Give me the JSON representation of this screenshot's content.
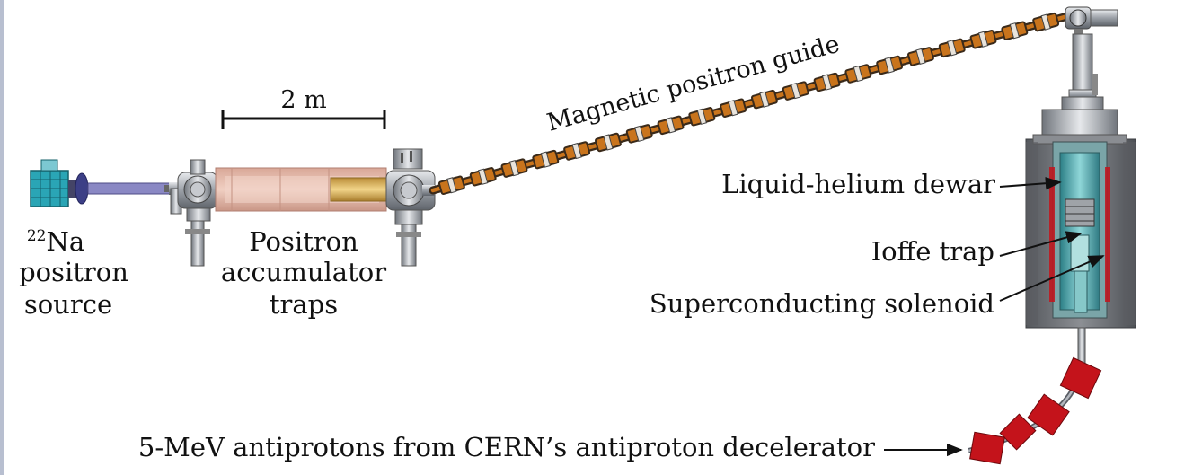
{
  "scale_bar": {
    "label": "2 m"
  },
  "labels": {
    "source_superscript": "22",
    "source_line1": "Na",
    "source_line2": "positron",
    "source_line3": "source",
    "accumulator_line1": "Positron",
    "accumulator_line2": "accumulator",
    "accumulator_line3": "traps",
    "guide": "Magnetic positron guide",
    "dewar": "Liquid-helium dewar",
    "ioffe": "Ioffe trap",
    "solenoid": "Superconducting solenoid",
    "antiprotons": "5-MeV antiprotons from CERN’s antiproton decelerator"
  },
  "colors": {
    "guide_orange": "#c9741c",
    "guide_dark": "#3a2a1a",
    "accumulator_pink": "#e2b4a4",
    "accumulator_gold": "#d8b25a",
    "source_teal": "#2aa5b5",
    "magnet_red": "#c4131b",
    "steel": "#9a9fa6",
    "dewar_gray": "#6e7075"
  }
}
